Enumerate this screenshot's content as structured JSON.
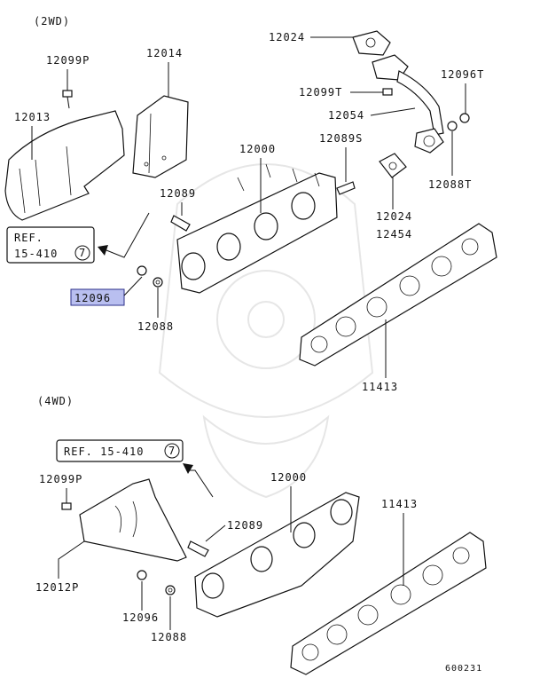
{
  "sections": {
    "top": "(2WD)",
    "bottom": "(4WD)"
  },
  "labels": {
    "l12024a": "12024",
    "l12099p_a": "12099P",
    "l12014": "12014",
    "l12096t": "12096T",
    "l12099t": "12099T",
    "l12013": "12013",
    "l12054": "12054",
    "l12000a": "12000",
    "l12089s": "12089S",
    "l12088t": "12088T",
    "l12089a": "12089",
    "l12024b": "12024",
    "l12454": "12454",
    "l12096a": "12096",
    "l12088a": "12088",
    "l11413a": "11413",
    "l12099p_b": "12099P",
    "l12000b": "12000",
    "l11413b": "11413",
    "l12089b": "12089",
    "l12012p": "12012P",
    "l12096b": "12096",
    "l12088b": "12088",
    "diagram_id": "600231"
  },
  "refs": {
    "ref1_line1": "REF.",
    "ref1_line2": "15-410",
    "ref1_circle": "7",
    "ref2_text": "REF. 15-410",
    "ref2_circle": "7"
  },
  "colors": {
    "highlight": "#b9bff0",
    "line": "#111111",
    "watermark": "#e6e6e6"
  }
}
